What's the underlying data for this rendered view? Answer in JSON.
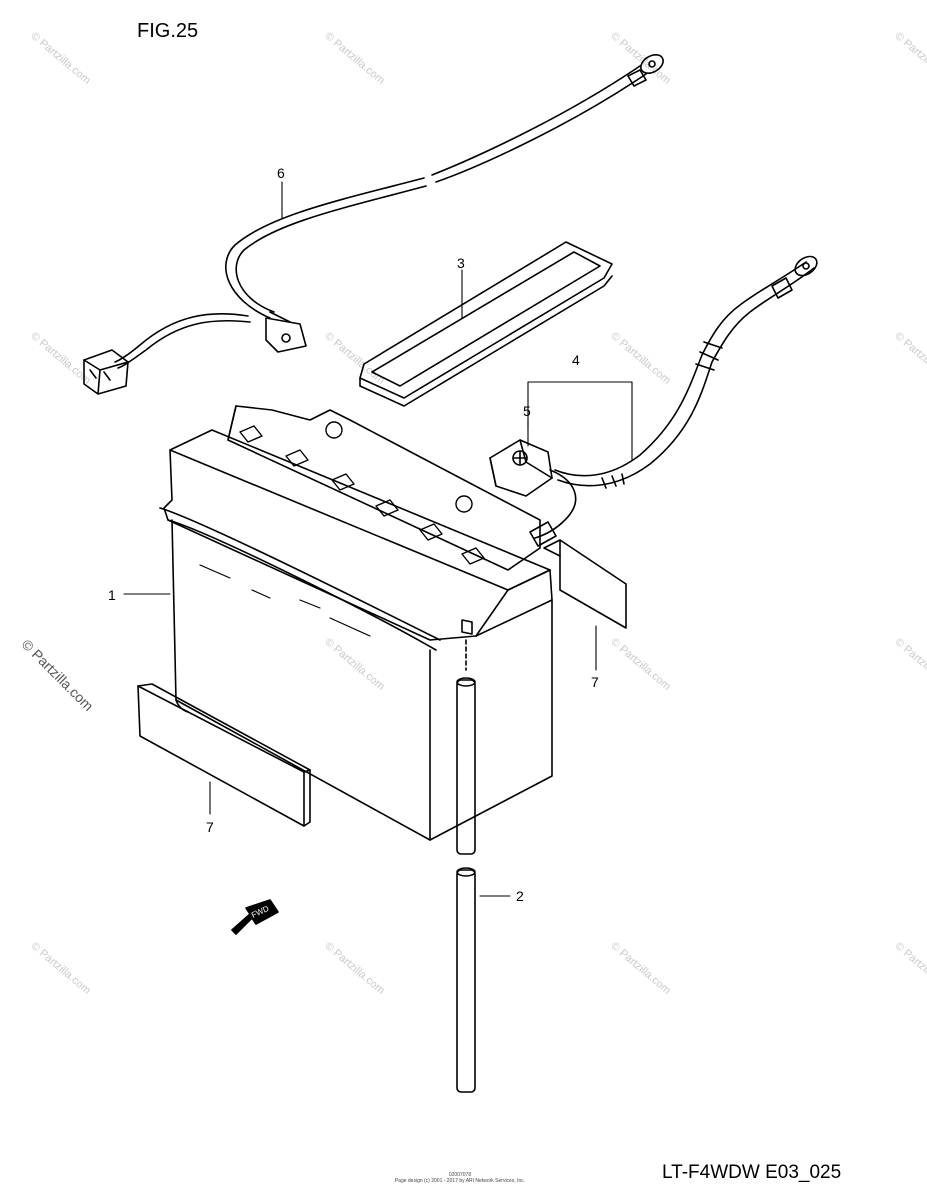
{
  "figure_title": "FIG.25",
  "model_code": "LT-F4WDW E03_025",
  "footer": {
    "line1": "02007078",
    "line2": "Page design (c) 2001 - 2017 by ARI Network Services, Inc."
  },
  "watermark": "© Partzilla.com",
  "side_watermark": "© Partzilla.com",
  "fwd_label": "FWD",
  "callouts": [
    "1",
    "2",
    "3",
    "4",
    "5",
    "6",
    "7",
    "7"
  ]
}
